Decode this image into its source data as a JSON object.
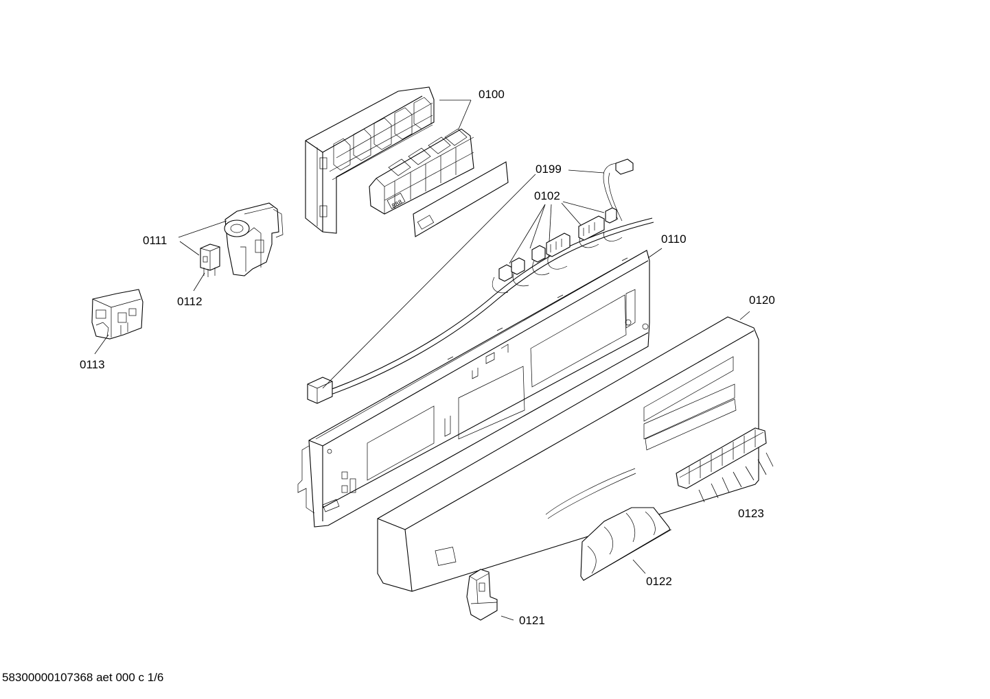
{
  "callouts": {
    "p0100": "0100",
    "p0199": "0199",
    "p0102": "0102",
    "p0110": "0110",
    "p0111": "0111",
    "p0112": "0112",
    "p0113": "0113",
    "p0120": "0120",
    "p0123": "0123",
    "p0122": "0122",
    "p0121": "0121"
  },
  "module_display": "888",
  "footer": "58300000107368 aet 000 c 1/6"
}
